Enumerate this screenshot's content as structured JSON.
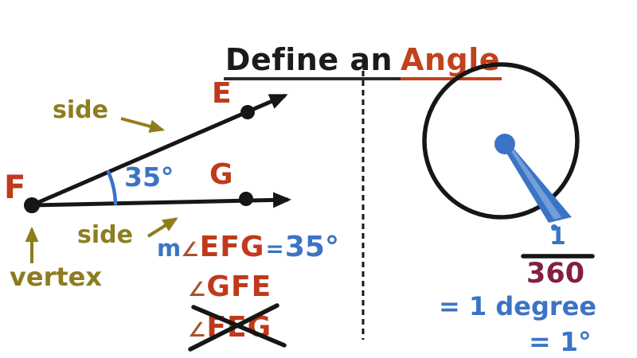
{
  "title": {
    "part_black": "Define an",
    "part_red": "Angle"
  },
  "colors": {
    "ink": "#1b1b1b",
    "red": "#bf3a1b",
    "title_red": "#c2421c",
    "blue": "#3b74c5",
    "olive": "#8d7d1e",
    "maroon": "#83203d",
    "angle_symbol_red": "#a9512c"
  },
  "angle_diagram": {
    "point_f": "F",
    "point_e": "E",
    "point_g": "G",
    "side_label_upper": "side",
    "side_label_lower": "side",
    "vertex_label": "vertex",
    "angle_value": "35°",
    "naming": {
      "m_prefix": "m",
      "angle_symbol": "∠",
      "name1": "EFG",
      "equals": "=",
      "value": "35°",
      "name2": "GFE",
      "name3_crossed_out": "FEG"
    }
  },
  "degree_circle": {
    "fraction_numerator": "1",
    "fraction_denominator": "360",
    "equals_degree_line": "= 1 degree",
    "equals_symbol_line": "= 1°"
  }
}
